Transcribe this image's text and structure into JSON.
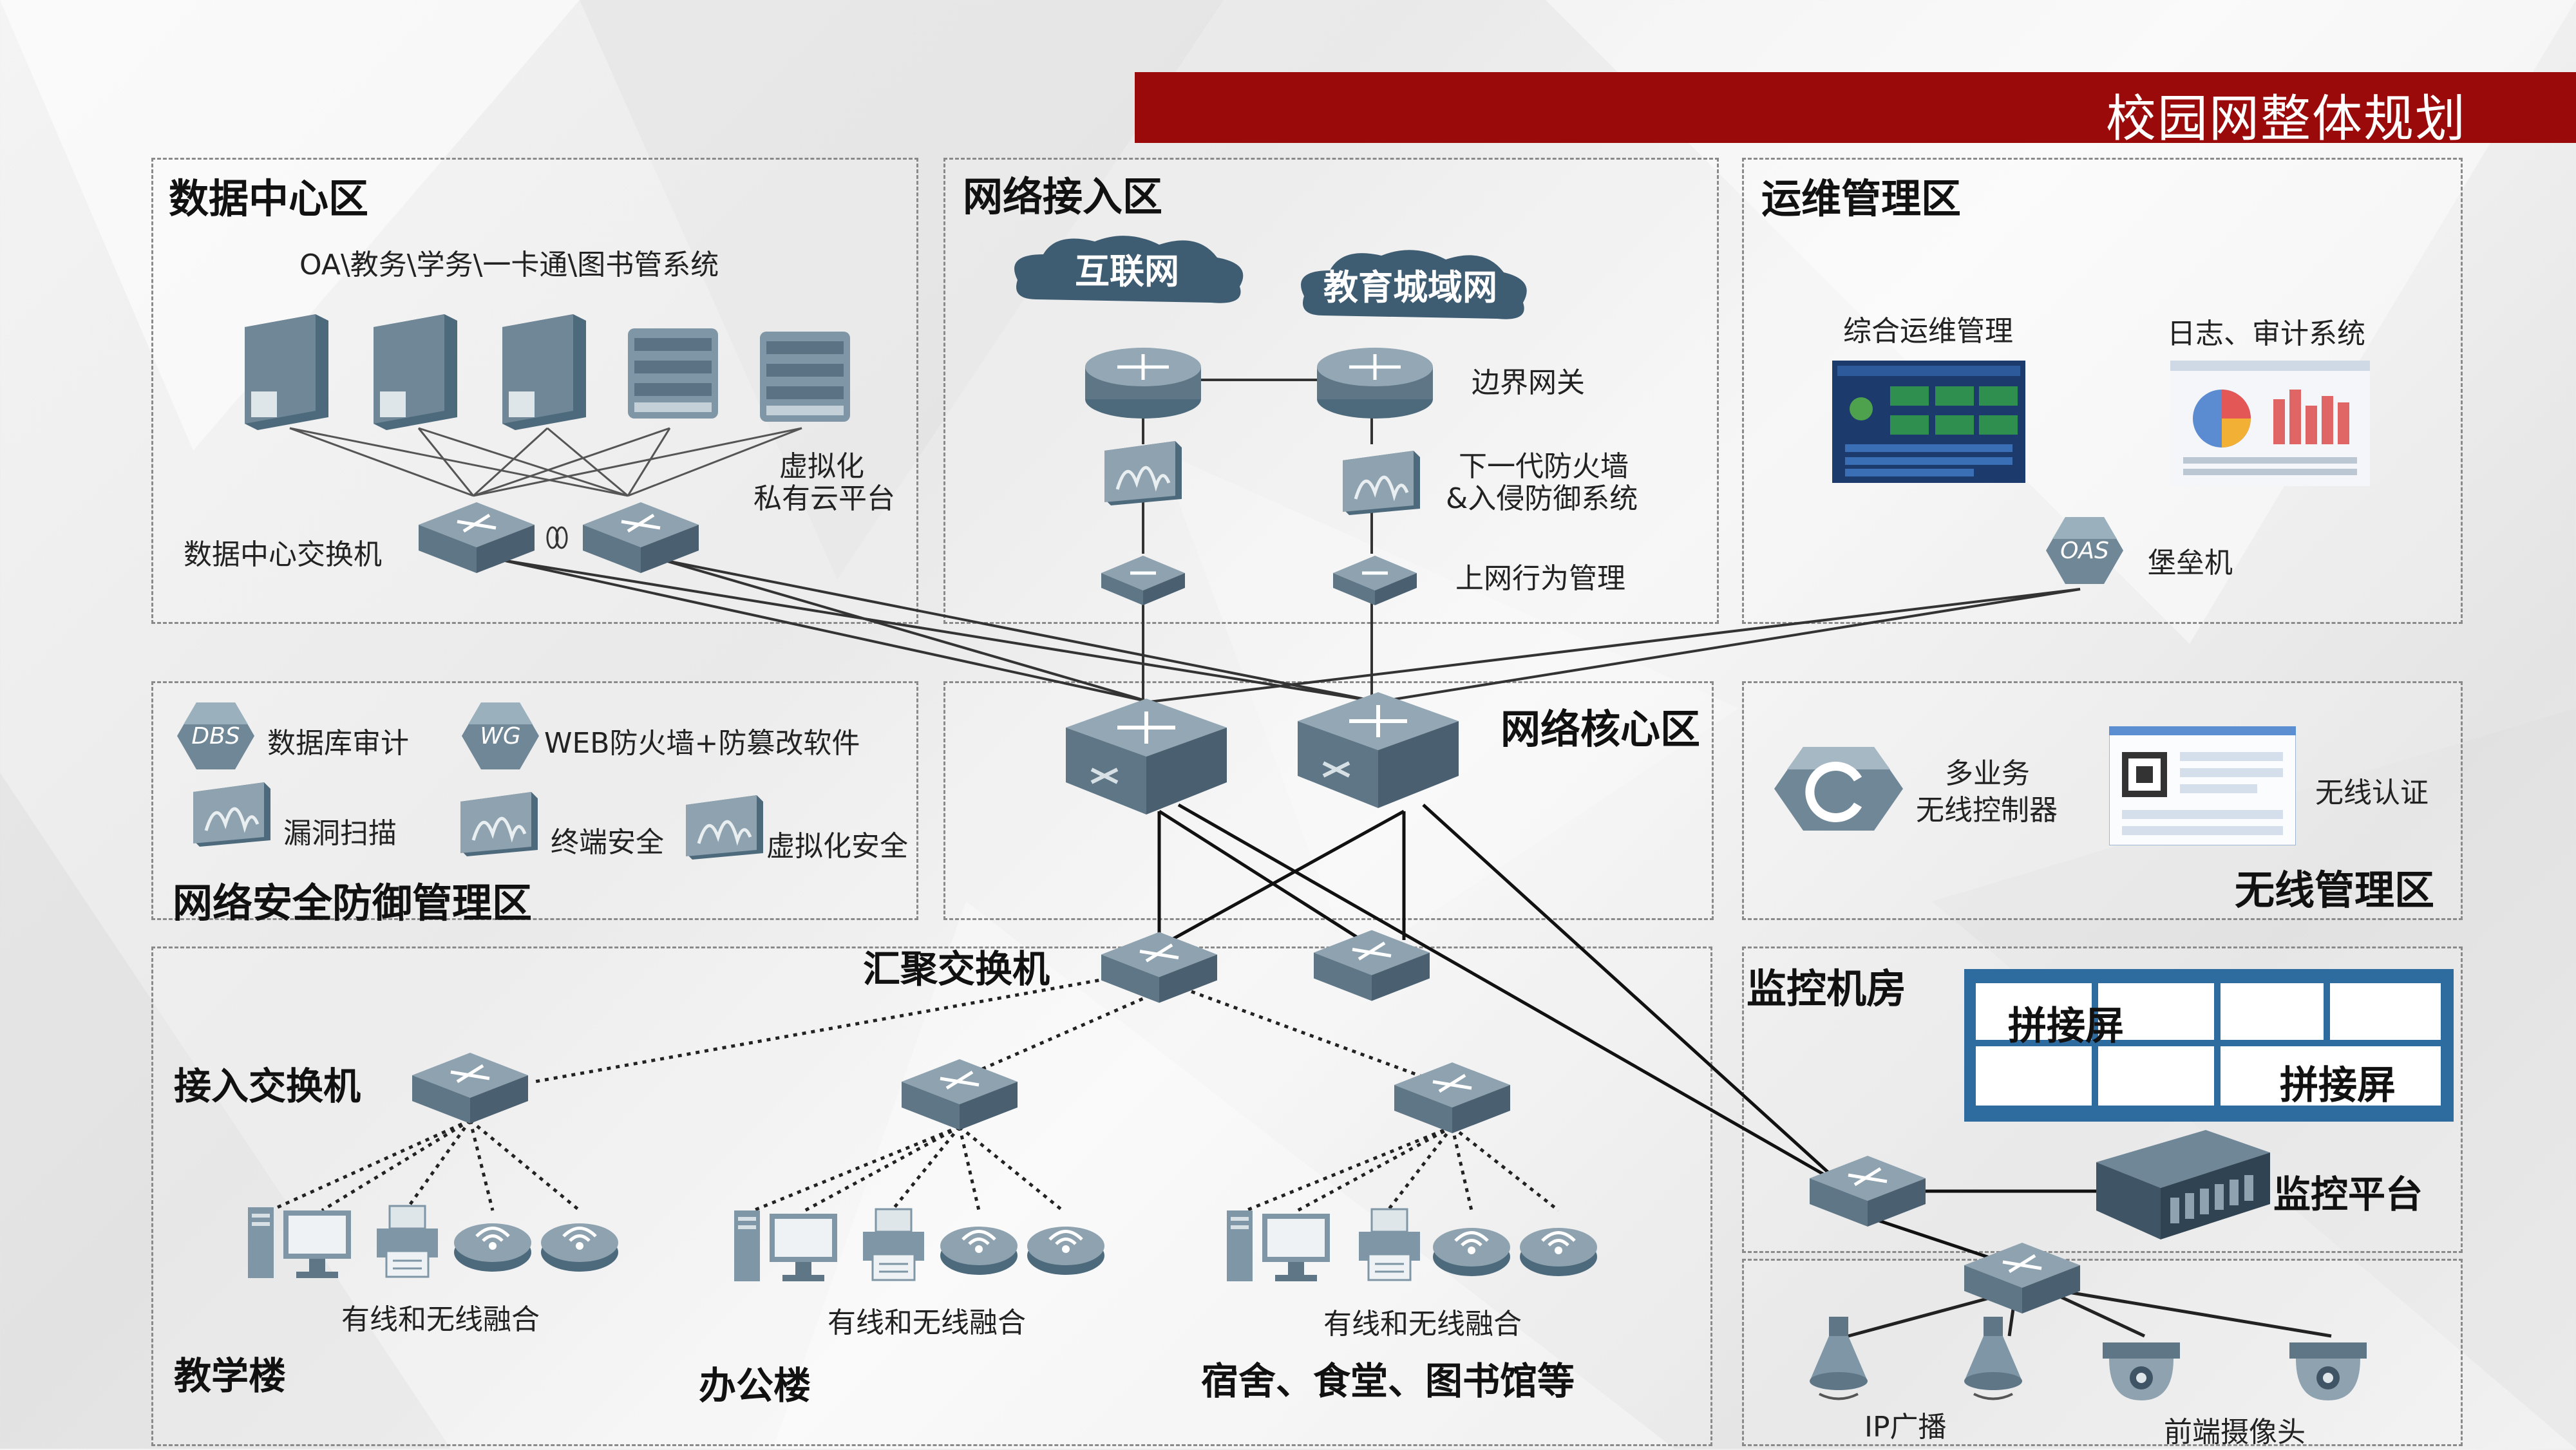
{
  "title": "校园网整体规划",
  "zones": {
    "data_center": {
      "title": "数据中心区",
      "systems": "OA\\教务\\学务\\一卡通\\图书管系统",
      "virtualization_line1": "虚拟化",
      "virtualization_line2": "私有云平台",
      "switch": "数据中心交换机"
    },
    "access_net": {
      "title": "网络接入区",
      "internet": "互联网",
      "metro": "教育城域网",
      "gateway": "边界网关",
      "ngfw_line1": "下一代防火墙",
      "ngfw_line2": "&入侵防御系统",
      "behavior": "上网行为管理"
    },
    "ops": {
      "title": "运维管理区",
      "integrated": "综合运维管理",
      "log_audit": "日志、审计系统",
      "bastion": "堡垒机",
      "bastion_badge": "OAS"
    },
    "security": {
      "title": "网络安全防御管理区",
      "db_audit": "数据库审计",
      "db_badge": "DBS",
      "waf": "WEB防火墙+防篡改软件",
      "waf_badge": "WG",
      "vuln_scan": "漏洞扫描",
      "terminal": "终端安全",
      "virt_sec": "虚拟化安全"
    },
    "core": {
      "title": "网络核心区"
    },
    "wireless": {
      "title": "无线管理区",
      "controller_line1": "多业务",
      "controller_line2": "无线控制器",
      "auth": "无线认证"
    },
    "campus": {
      "aggregation": "汇聚交换机",
      "access": "接入交换机",
      "fusion": "有线和无线融合",
      "building1": "教学楼",
      "building2": "办公楼",
      "building3": "宿舍、食堂、图书馆等"
    },
    "monitor": {
      "title": "监控机房",
      "screen": "拼接屏",
      "platform": "监控平台",
      "ip_broadcast": "IP广播",
      "camera": "前端摄像头"
    }
  },
  "colors": {
    "banner": "#9a0a0a",
    "video_wall": "#2e6b9e",
    "device": "#6f8797"
  }
}
